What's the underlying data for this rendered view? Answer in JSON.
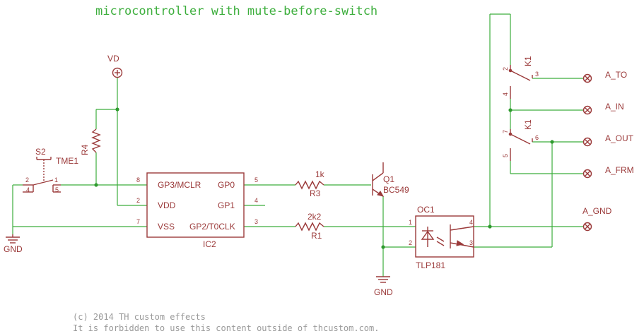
{
  "title": "microcontroller with mute-before-switch",
  "footer": {
    "line1": "(c) 2014 TH custom effects",
    "line2": "It is forbidden to use this content outside of thcustom.com."
  },
  "supply": {
    "vd": "VD",
    "gnd_left": "GND",
    "gnd_mid": "GND"
  },
  "switch": {
    "name": "S2",
    "type": "TME1",
    "pins": [
      "2",
      "1",
      "4",
      "5"
    ]
  },
  "r4": {
    "name": "R4"
  },
  "ic": {
    "name": "IC2",
    "left_pins": [
      {
        "num": "8",
        "label": "GP3/MCLR"
      },
      {
        "num": "2",
        "label": "VDD"
      },
      {
        "num": "7",
        "label": "VSS"
      }
    ],
    "right_pins": [
      {
        "num": "5",
        "label": "GP0"
      },
      {
        "num": "4",
        "label": "GP1"
      },
      {
        "num": "3",
        "label": "GP2/T0CLK"
      }
    ]
  },
  "r3": {
    "name": "R3",
    "value": "1k"
  },
  "r1": {
    "name": "R1",
    "value": "2k2"
  },
  "q1": {
    "name": "Q1",
    "type": "BC549"
  },
  "oc1": {
    "name": "OC1",
    "type": "TLP181",
    "pins": [
      "1",
      "2",
      "4",
      "3"
    ]
  },
  "relay": {
    "name_top": "K1",
    "name_bot": "K1",
    "pins": [
      "2",
      "3",
      "4",
      "7",
      "6",
      "5"
    ]
  },
  "terminals": [
    "A_TO",
    "A_IN",
    "A_OUT",
    "A_FRM",
    "A_GND"
  ],
  "colors": {
    "wire": "#3cae3c",
    "part": "#9b3a3a",
    "junction": "#2f9a2f",
    "footer": "#9a9a9a"
  }
}
